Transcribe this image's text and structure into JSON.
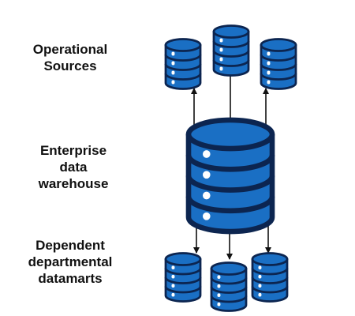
{
  "labels": {
    "sources": [
      "Operational",
      "Sources"
    ],
    "warehouse": [
      "Enterprise",
      "data",
      "warehouse"
    ],
    "marts": [
      "Dependent",
      "departmental",
      "datamarts"
    ]
  },
  "colors": {
    "db_fill": "#1a6fc4",
    "db_outline": "#0c2550",
    "db_highlight": "#ffffff",
    "arrow": "#111111",
    "text": "#111111"
  },
  "icons": {
    "database": "database-icon",
    "arrow": "arrow-icon"
  }
}
